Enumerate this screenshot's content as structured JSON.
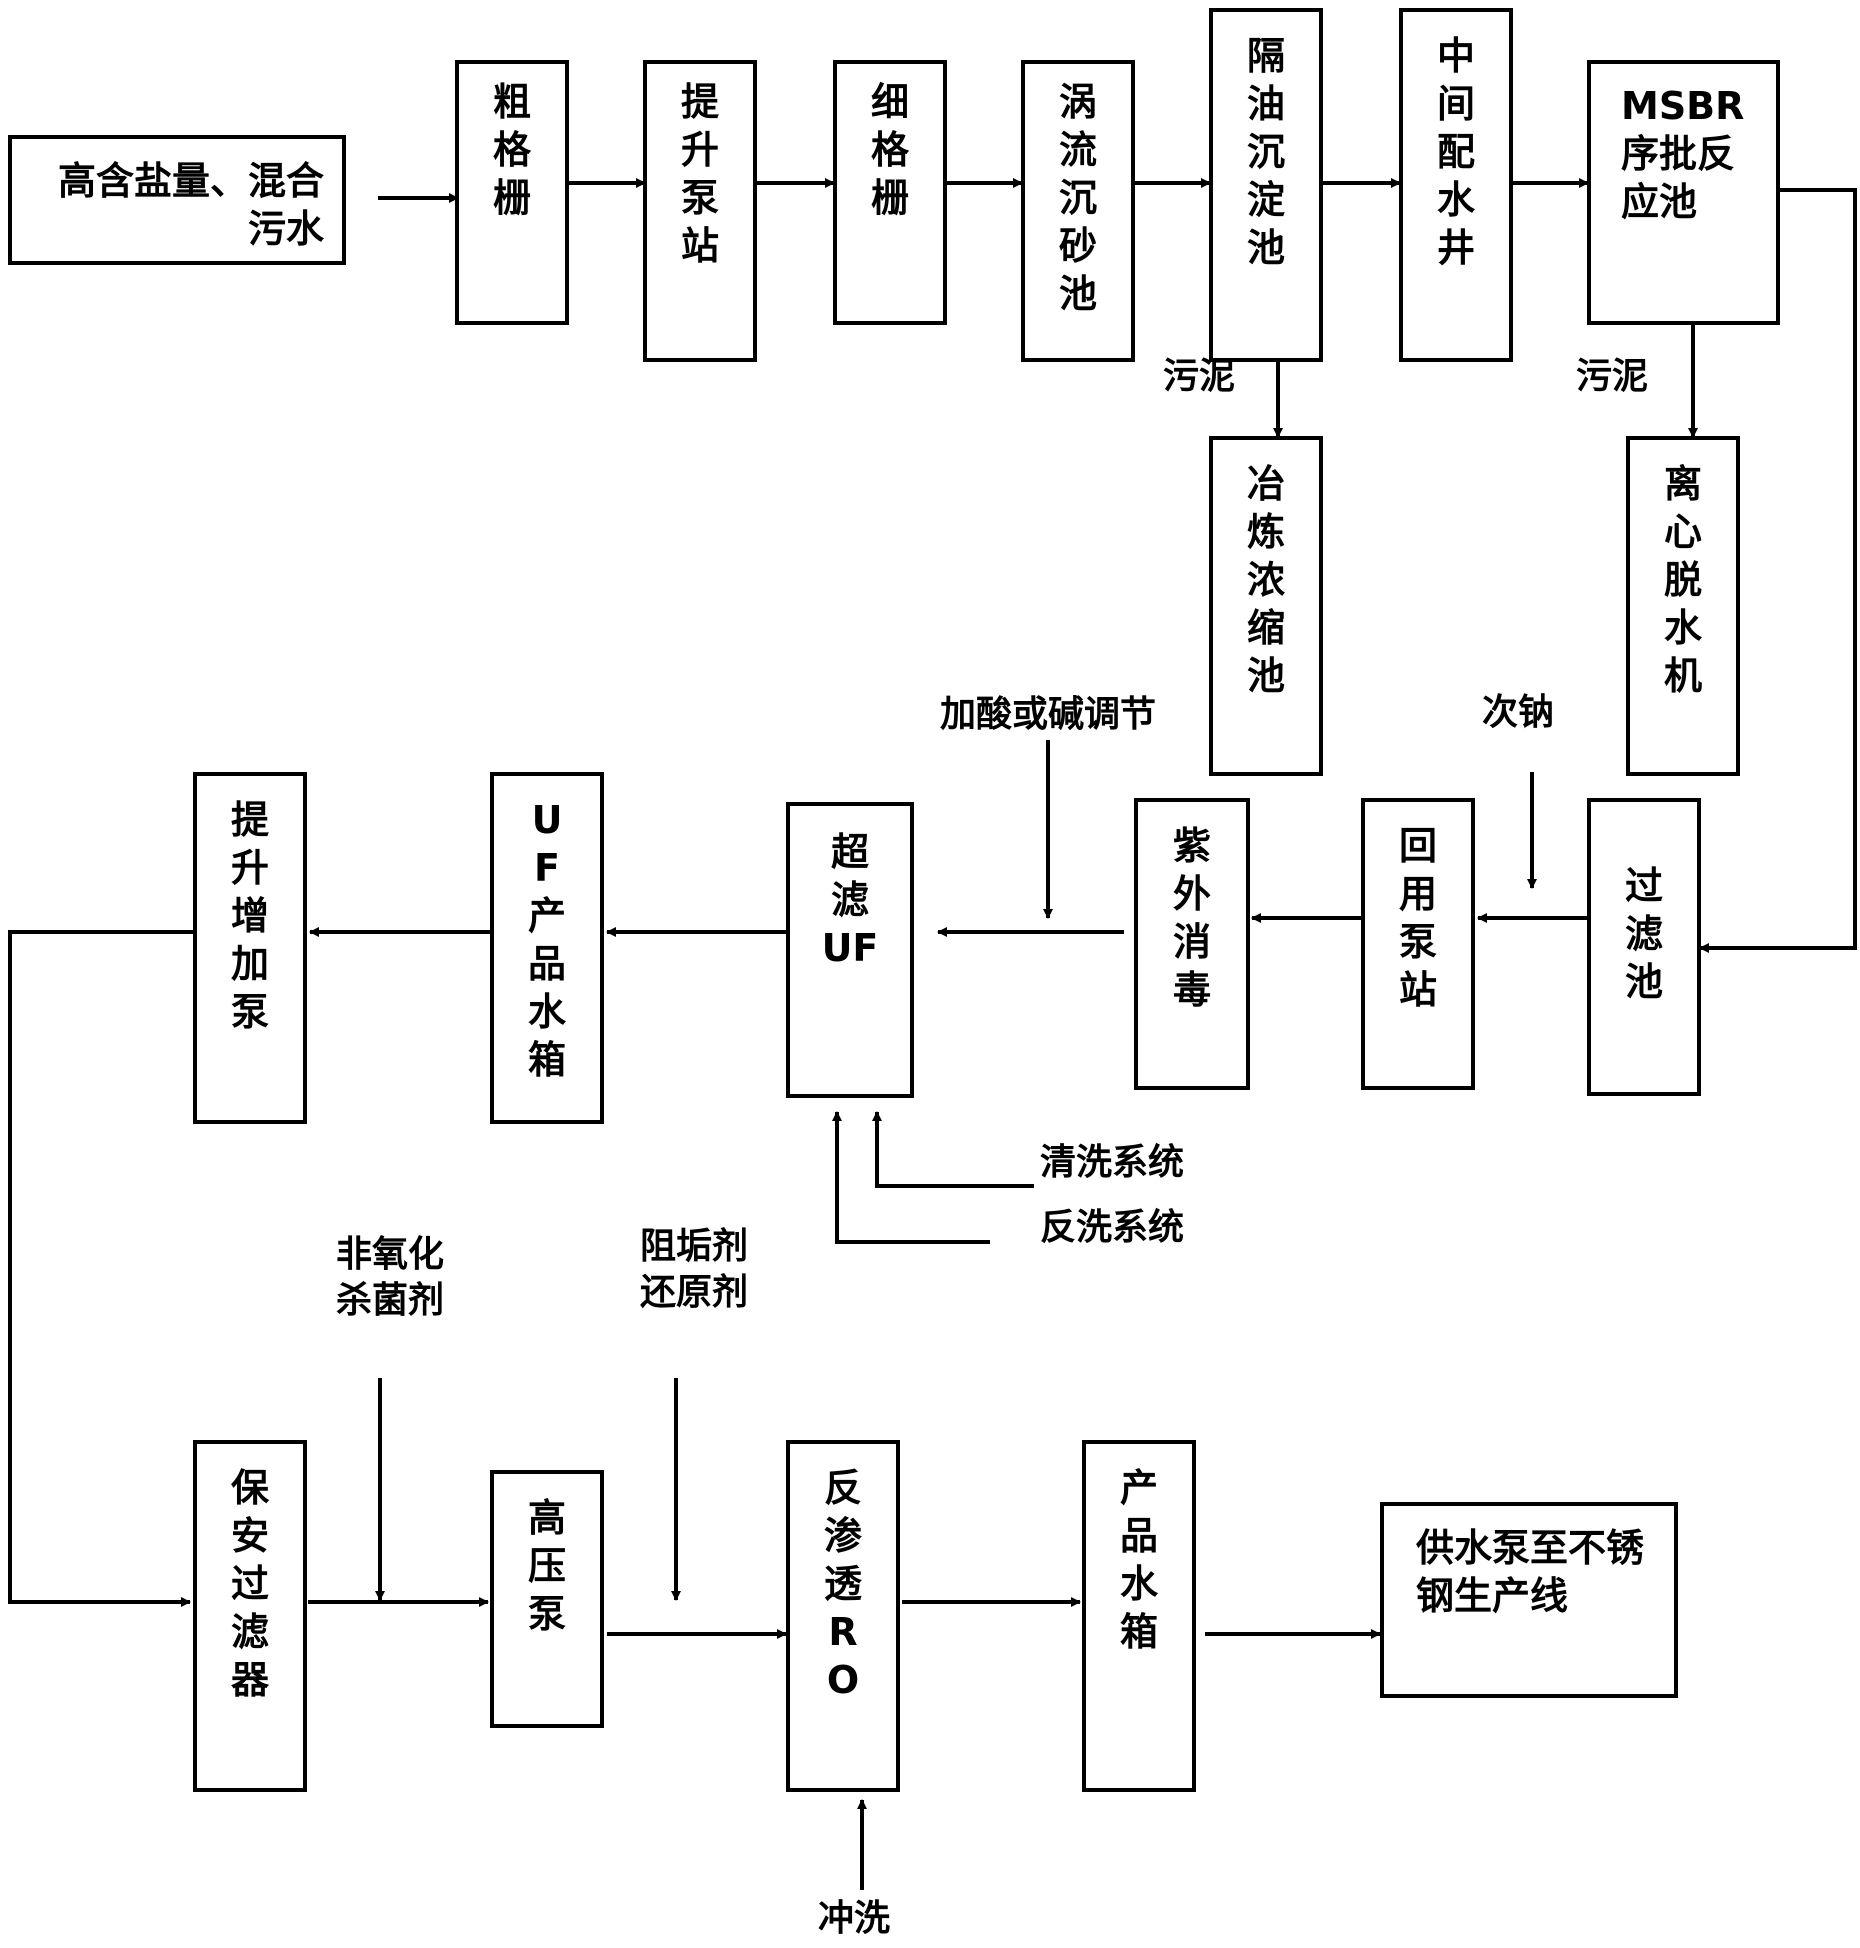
{
  "nodes": {
    "source": "高含盐量、混合\n污水",
    "coarse_screen": "粗\n格\n栅",
    "lift_pump_station": "提\n升\n泵\n站",
    "fine_screen": "细\n格\n栅",
    "vortex_grit": "涡\n流\n沉\n砂\n池",
    "oil_sed_tank": "隔\n油\n沉\n淀\n池",
    "dist_well": "中\n间\n配\n水\n井",
    "msbr": "MSBR\n序批反\n应池",
    "smelt_thickener": "冶\n炼\n浓\n缩\n池",
    "centrifuge": "离\n心\n脱\n水\n机",
    "filter_tank": "过\n滤\n池",
    "reuse_pump": "回\n用\n泵\n站",
    "uv": "紫\n外\n消\n毒",
    "uf": "超\n滤\nUF",
    "uf_tank": "U\nF\n产\n品\n水\n箱",
    "booster_pump": "提\n升\n增\n加\n泵",
    "security_filter": "保\n安\n过\n滤\n器",
    "hp_pump": "高\n压\n泵",
    "ro": "反\n渗\n透\nR\nO",
    "product_tank": "产\n品\n水\n箱",
    "supply": "供水泵至不锈\n钢生产线"
  },
  "labels": {
    "sludge_1": "污泥",
    "sludge_2": "污泥",
    "hypochlorite": "次钠",
    "acid_base": "加酸或碱调节",
    "cleaning": "清洗系统",
    "backwash": "反洗系统",
    "biocide": "非氧化\n杀菌剂",
    "antiscalant": "阻垢剂\n还原剂",
    "flush": "冲洗"
  }
}
